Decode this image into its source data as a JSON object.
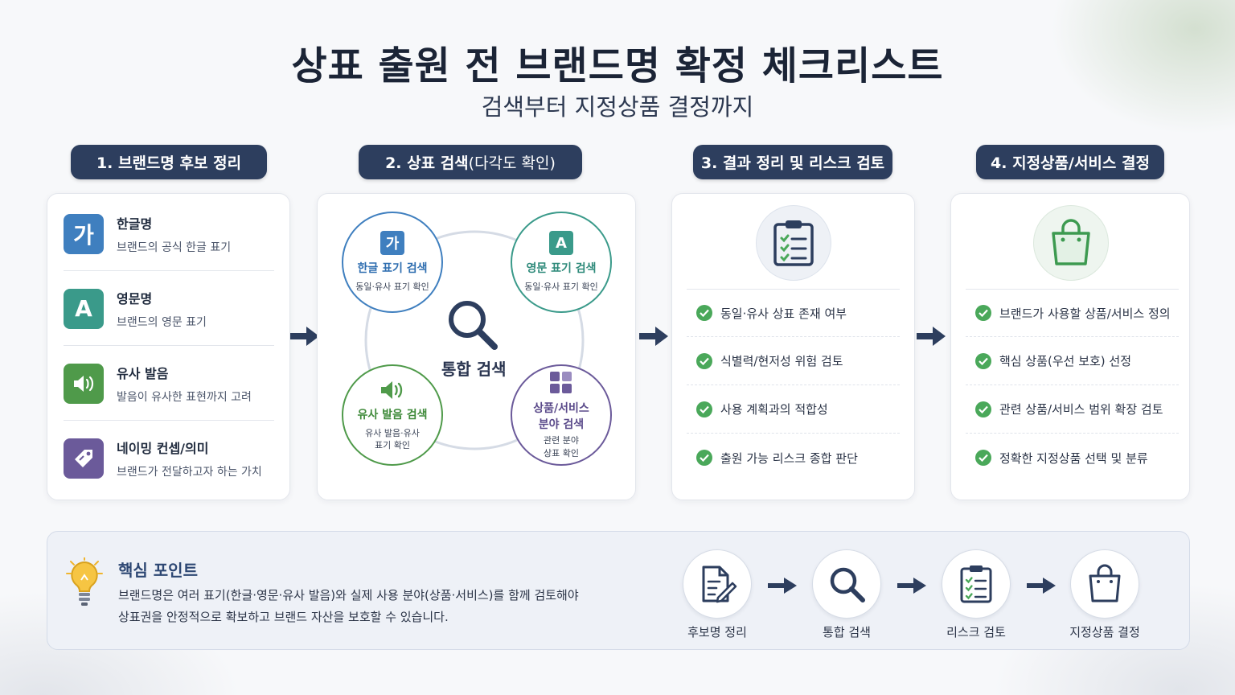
{
  "header": {
    "title": "상표 출원 전 브랜드명 확정 체크리스트",
    "subtitle": "검색부터 지정상품 결정까지"
  },
  "steps": [
    {
      "label": "1. 브랜드명 후보 정리"
    },
    {
      "label_main": "2. 상표 검색",
      "label_sub": "(다각도 확인)"
    },
    {
      "label": "3. 결과 정리 및 리스크 검토"
    },
    {
      "label": "4. 지정상품/서비스 결정"
    }
  ],
  "candidates": [
    {
      "icon_text": "가",
      "title": "한글명",
      "desc": "브랜드의 공식 한글 표기",
      "color": "#3f7fbf"
    },
    {
      "icon_text": "A",
      "title": "영문명",
      "desc": "브랜드의 영문 표기",
      "color": "#3a9a8a"
    },
    {
      "icon": "speaker-icon",
      "title": "유사 발음",
      "desc": "발음이 유사한 표현까지 고려",
      "color": "#4f9a4a"
    },
    {
      "icon": "tag-icon",
      "title": "네이밍 컨셉/의미",
      "desc": "브랜드가 전달하고자 하는 가치",
      "color": "#6b5a9a"
    }
  ],
  "search": {
    "center_label": "통합 검색",
    "nodes": [
      {
        "icon_text": "가",
        "title": "한글 표기 검색",
        "desc": "동일·유사 표기 확인",
        "color": "#3f7fbf"
      },
      {
        "icon_text": "A",
        "title": "영문 표기 검색",
        "desc": "동일·유사 표기 확인",
        "color": "#3a9a8a"
      },
      {
        "icon": "speaker-icon",
        "title": "유사 발음 검색",
        "desc_1": "유사 발음·유사",
        "desc_2": "표기 확인",
        "color": "#4f9a4a"
      },
      {
        "icon": "grid-icon",
        "title_1": "상품/서비스",
        "title_2": "분야 검색",
        "desc_1": "관련 분야",
        "desc_2": "상표 확인",
        "color": "#6b5a9a"
      }
    ]
  },
  "review": {
    "icon": "clipboard-check-icon",
    "items": [
      "동일·유사 상표 존재 여부",
      "식별력/현저성 위험 검토",
      "사용 계획과의 적합성",
      "출원 가능 리스크 종합 판단"
    ]
  },
  "goods": {
    "icon": "shopping-bag-icon",
    "items": [
      "브랜드가 사용할 상품/서비스 정의",
      "핵심 상품(우선 보호) 선정",
      "관련 상품/서비스 범위 확장 검토",
      "정확한 지정상품 선택 및 분류"
    ]
  },
  "key_point": {
    "title": "핵심 포인트",
    "line_1": "브랜드명은 여러 표기(한글·영문·유사 발음)와 실제 사용 분야(상품·서비스)를 함께 검토해야",
    "line_2": "상표권을 안정적으로 확보하고 브랜드 자산을 보호할 수 있습니다."
  },
  "flow": [
    {
      "icon": "document-pen-icon",
      "label": "후보명 정리"
    },
    {
      "icon": "search-icon",
      "label": "통합 검색"
    },
    {
      "icon": "clipboard-check-icon",
      "label": "리스크 검토"
    },
    {
      "icon": "shopping-bag-icon",
      "label": "지정상품 결정"
    }
  ],
  "colors": {
    "navy": "#2d3e5e",
    "check": "#4aa85a",
    "accent_blue": "#3f7fbf",
    "accent_teal": "#3a9a8a",
    "accent_green": "#4f9a4a",
    "accent_purple": "#6b5a9a"
  }
}
